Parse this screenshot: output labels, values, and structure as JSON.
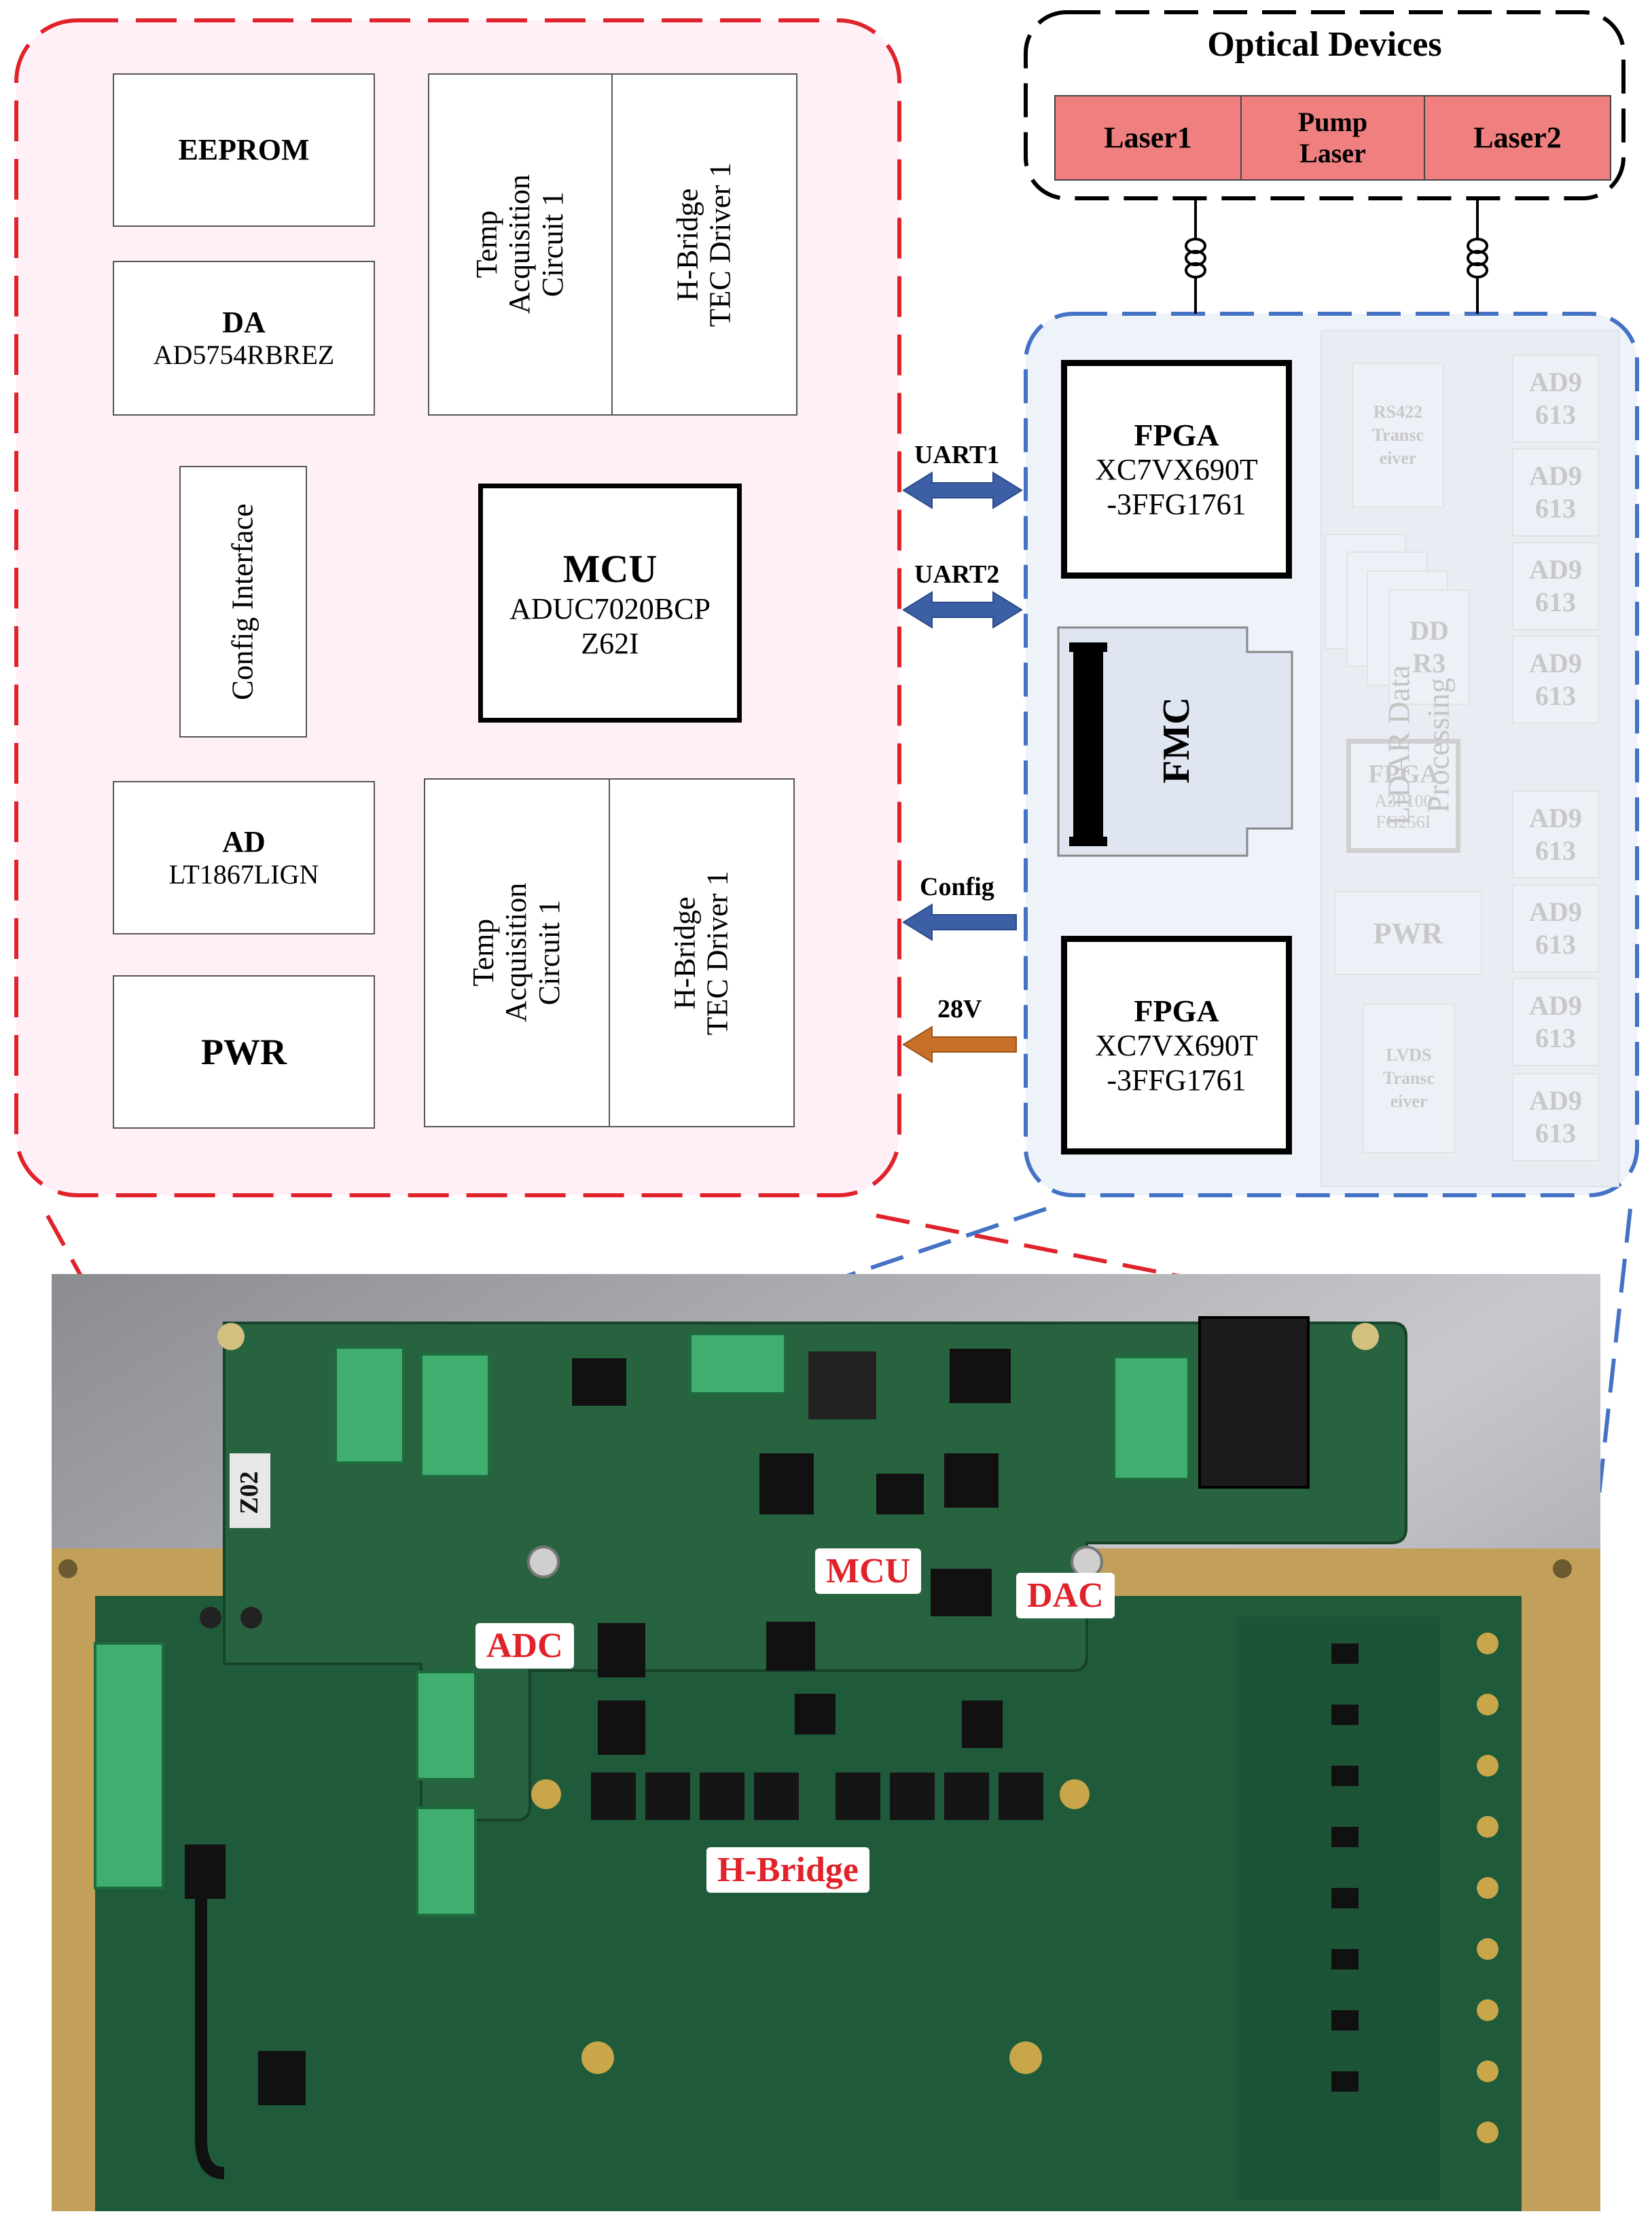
{
  "mcu_board": {
    "eeprom": "EEPROM",
    "da_title": "DA",
    "da_part": "AD5754RBREZ",
    "temp_top": [
      "Temp",
      "Acquisition",
      "Circuit 1"
    ],
    "hbridge_top": [
      "H-Bridge",
      "TEC Driver 1"
    ],
    "config_interface": "Config Interface",
    "mcu_title": "MCU",
    "mcu_part_1": "ADUC7020BCP",
    "mcu_part_2": "Z62I",
    "ad_title": "AD",
    "ad_part": "LT1867LIGN",
    "pwr": "PWR",
    "temp_bottom": [
      "Temp",
      "Acquisition",
      "Circuit 1"
    ],
    "hbridge_bottom": [
      "H-Bridge",
      "TEC Driver 1"
    ]
  },
  "optical": {
    "title": "Optical Devices",
    "laser1": "Laser1",
    "pump": [
      "Pump",
      "Laser"
    ],
    "laser2": "Laser2"
  },
  "links": {
    "uart1": "UART1",
    "uart2": "UART2",
    "config": "Config",
    "v28": "28V"
  },
  "processing_board": {
    "fpga1_title": "FPGA",
    "fpga1_part_1": "XC7VX690T",
    "fpga1_part_2": "-3FFG1761",
    "fmc": "FMC",
    "fpga2_title": "FPGA",
    "fpga2_part_1": "XC7VX690T",
    "fpga2_part_2": "-3FFG1761",
    "rs422": [
      "RS422",
      "Transc",
      "eiver"
    ],
    "ddr": [
      "DD",
      "R3"
    ],
    "fpga_small": [
      "FPGA",
      "A3P100",
      "FG256I"
    ],
    "lidar": [
      "LiDAR Data",
      "Processing"
    ],
    "pwr": "PWR",
    "lvds": [
      "LVDS",
      "Transc",
      "eiver"
    ],
    "ad_chip": [
      "AD9",
      "613"
    ]
  },
  "photo_labels": {
    "mcu": "MCU",
    "dac": "DAC",
    "adc": "ADC",
    "hbridge": "H-Bridge",
    "board_id": "Z02"
  },
  "colors": {
    "red_dash": "#e0232a",
    "blue_dash": "#4472c4",
    "laser_fill": "#f08080",
    "uart_arrow": "#3c5fa6",
    "power_arrow": "#c8702a",
    "pcb_green": "#1f5a3a"
  }
}
